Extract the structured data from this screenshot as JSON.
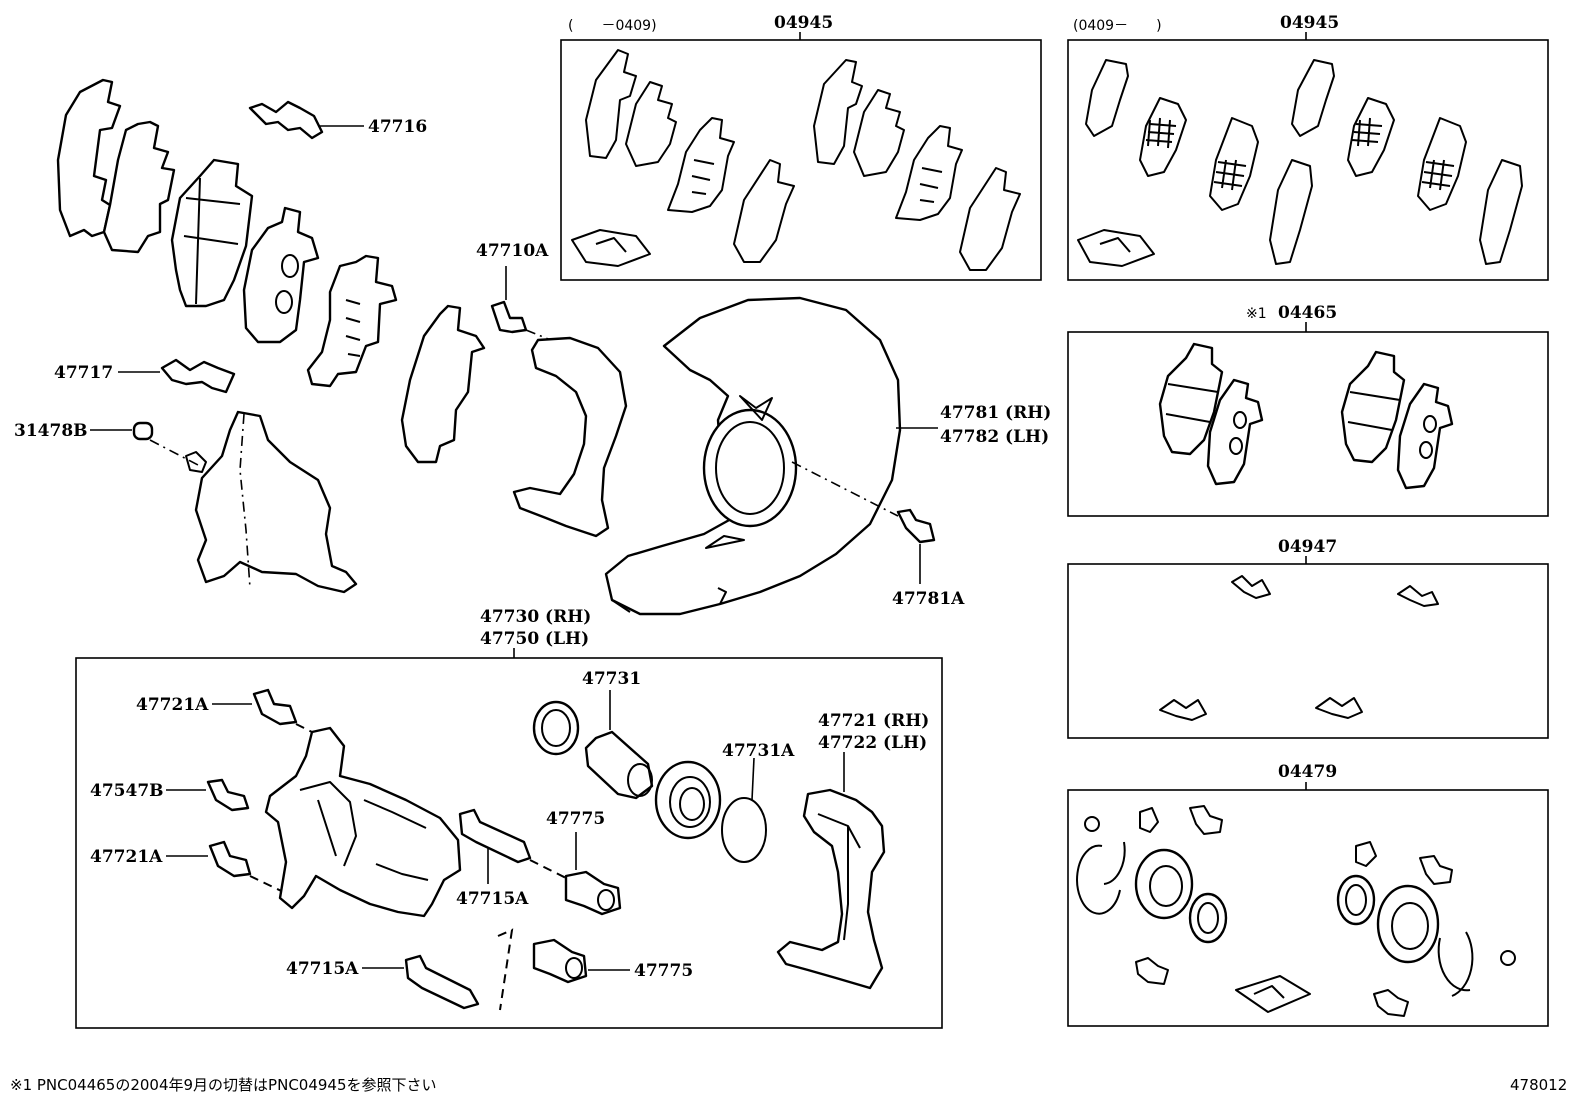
{
  "kits": {
    "pad_kit_early": {
      "range": "(　　－0409)",
      "number": "04945"
    },
    "pad_kit_late": {
      "range": "(0409－　　)",
      "number": "04945"
    },
    "pad_set": {
      "mark": "※1",
      "number": "04465"
    },
    "fitting_kit": {
      "number": "04947"
    },
    "cylinder_kit": {
      "number": "04479"
    },
    "caliper_assy": {
      "number_rh": "47730 (RH)",
      "number_lh": "47750 (LH)"
    }
  },
  "parts": {
    "p47716": "47716",
    "p47717": "47717",
    "p31478b": "31478B",
    "p47710a": "47710A",
    "p47781_rh": "47781 (RH)",
    "p47782_lh": "47782 (LH)",
    "p47781a": "47781A",
    "p47721a_top": "47721A",
    "p47547b": "47547B",
    "p47721a_bottom": "47721A",
    "p47715a_right": "47715A",
    "p47715a_bottom": "47715A",
    "p47731": "47731",
    "p47731a": "47731A",
    "p47775_top": "47775",
    "p47775_bottom": "47775",
    "p47721_rh": "47721 (RH)",
    "p47722_lh": "47722 (LH)"
  },
  "footnote": "※1 PNC04465の2004年9月の切替はPNC04945を参照下さい",
  "diagram_id": "478012"
}
